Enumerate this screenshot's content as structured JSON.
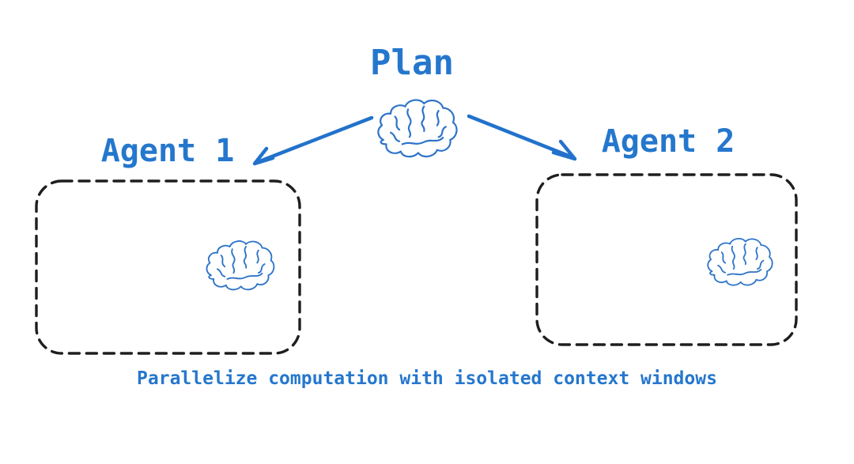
{
  "diagram": {
    "title": "Plan",
    "caption": "Parallelize computation with isolated context windows",
    "planner": {
      "icon": "brain-icon"
    },
    "agents": [
      {
        "label": "Agent 1",
        "contents": [
          "context-window-icon",
          "brain-icon"
        ]
      },
      {
        "label": "Agent 2",
        "contents": [
          "context-window-icon",
          "brain-icon"
        ]
      }
    ],
    "arrows": [
      {
        "from": "planner-brain",
        "to": "Agent 1"
      },
      {
        "from": "planner-brain",
        "to": "Agent 2"
      }
    ],
    "colors": {
      "text_blue": "#2577cd",
      "arrow_blue": "#2272cc",
      "sketch_blue": "#2e74c9",
      "hatch_light_blue": "#b3d6f2",
      "context_window_border": "#2b7cd3",
      "dashed_box_black": "#1e1e1e",
      "background": "#ffffff"
    }
  }
}
